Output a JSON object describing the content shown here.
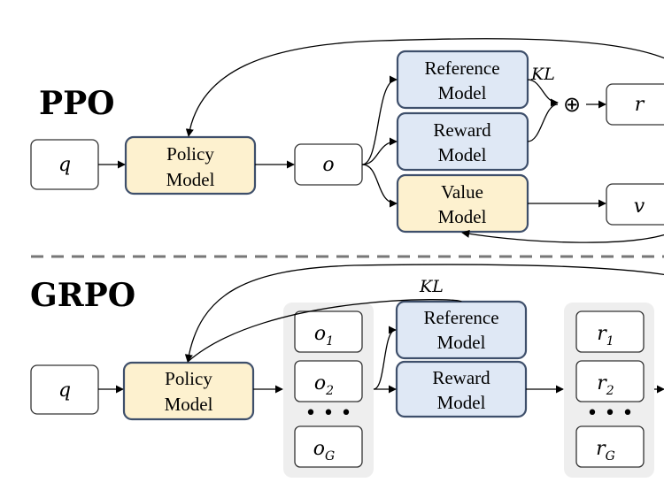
{
  "ppo": {
    "title": "PPO",
    "q": "q",
    "policy_line1": "Policy",
    "policy_line2": "Model",
    "o": "o",
    "reference_line1": "Reference",
    "reference_line2": "Model",
    "reward_line1": "Reward",
    "reward_line2": "Model",
    "value_line1": "Value",
    "value_line2": "Model",
    "kl": "KL",
    "plus": "⊕",
    "r": "r",
    "v": "v"
  },
  "grpo": {
    "title": "GRPO",
    "q": "q",
    "policy_line1": "Policy",
    "policy_line2": "Model",
    "o_base": "o",
    "o_subs": [
      "1",
      "2",
      "G"
    ],
    "dots": "• • •",
    "reference_line1": "Reference",
    "reference_line2": "Model",
    "reward_line1": "Reward",
    "reward_line2": "Model",
    "kl": "KL",
    "r_base": "r",
    "r_subs": [
      "1",
      "2",
      "G"
    ]
  },
  "colors": {
    "trainable_fill": "#fdf1cf",
    "frozen_fill": "#dfe8f5",
    "box_border": "#3e4f6b",
    "divider": "#777777"
  }
}
